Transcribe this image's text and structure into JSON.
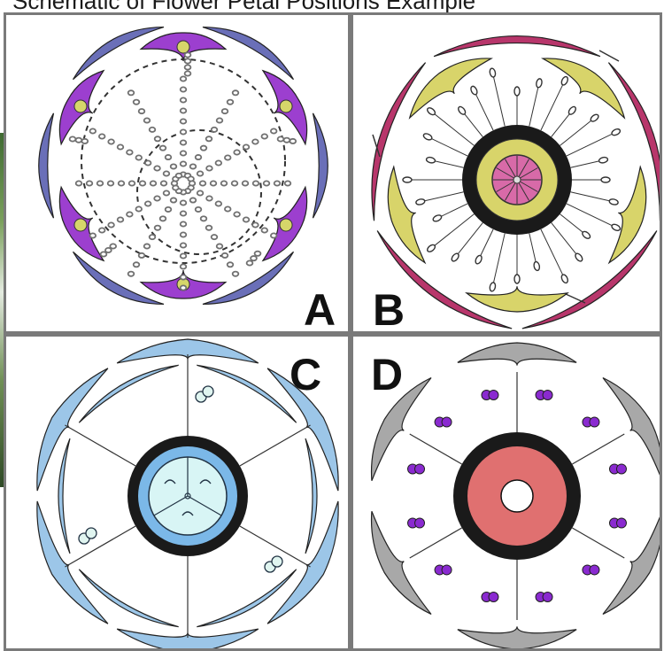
{
  "header": {
    "text": "Schematic of Flower Petal Positions Example"
  },
  "panels": [
    {
      "label": "A",
      "colors": {
        "sepal": "#6a6fb8",
        "petal": "#9c3fcf",
        "gland": "#d6d66a",
        "stamen": "#707070"
      }
    },
    {
      "label": "B",
      "colors": {
        "sepal": "#b8366b",
        "petal": "#d8d46a",
        "disc": "#c9c95a",
        "center": "#d86aa8",
        "ring": "#1a1a1a"
      }
    },
    {
      "label": "C",
      "colors": {
        "sepal": "#9cc6e8",
        "ring": "#1a1a1a",
        "inner": "#7bb8e8",
        "center": "#d8f5f5",
        "anther": "#e0f5f0"
      }
    },
    {
      "label": "D",
      "colors": {
        "sepal": "#a8a8a8",
        "ring": "#1a1a1a",
        "disc": "#e07070",
        "anther": "#8a2ad0"
      }
    }
  ]
}
